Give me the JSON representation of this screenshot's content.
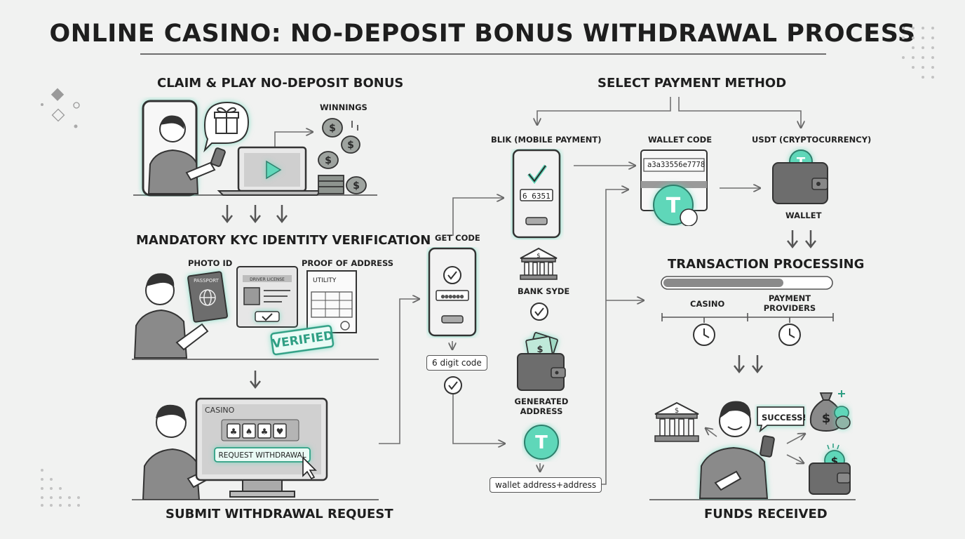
{
  "title": "ONLINE CASINO: NO-DEPOSIT BONUS WITHDRAWAL PROCESS",
  "steps": {
    "claim": {
      "heading": "CLAIM & PLAY NO-DEPOSIT BONUS",
      "winnings": "WINNINGS"
    },
    "kyc": {
      "heading": "MANDATORY KYC IDENTITY VERIFICATION",
      "photo_id": "PHOTO ID",
      "passport": "PASSPORT",
      "drivers_license": "DRIVER LICENSE",
      "proof_of_address": "PROOF OF ADDRESS",
      "utility": "UTILITY",
      "verified_stamp": "VERIFIED"
    },
    "submit": {
      "heading": "SUBMIT WITHDRAWAL REQUEST",
      "screen_brand": "CASINO",
      "request_button": "REQUEST WITHDRAWAL"
    },
    "get_code": {
      "heading": "GET CODE",
      "code_hint": "6 digit code"
    },
    "payment": {
      "heading": "SELECT PAYMENT METHOD",
      "blik": "BLIK (MOBILE PAYMENT)",
      "blik_code": "6 6351",
      "bank_side": "BANK SYDE",
      "generated_address": "GENERATED ADDRESS",
      "wallet_address": "wallet address+address",
      "wallet_code_label": "WALLET CODE",
      "wallet_code_value": "a3a33556e7778",
      "usdt": "USDT (CRYPTOCURRENCY)",
      "wallet": "WALLET"
    },
    "processing": {
      "heading": "TRANSACTION PROCESSING",
      "progress": 0.72,
      "casino": "CASINO",
      "payment_providers": "PAYMENT PROVIDERS"
    },
    "received": {
      "heading": "FUNDS RECEIVED",
      "success": "SUCCESS!"
    }
  },
  "icons": {
    "dollar": "$",
    "tether": "T",
    "checkmark": "check-icon",
    "play": "play-icon"
  },
  "colors": {
    "accent": "#5fd7b9",
    "ink": "#1e1e1e",
    "stroke": "#4a4a4a",
    "fill": "#8a8a8a"
  }
}
